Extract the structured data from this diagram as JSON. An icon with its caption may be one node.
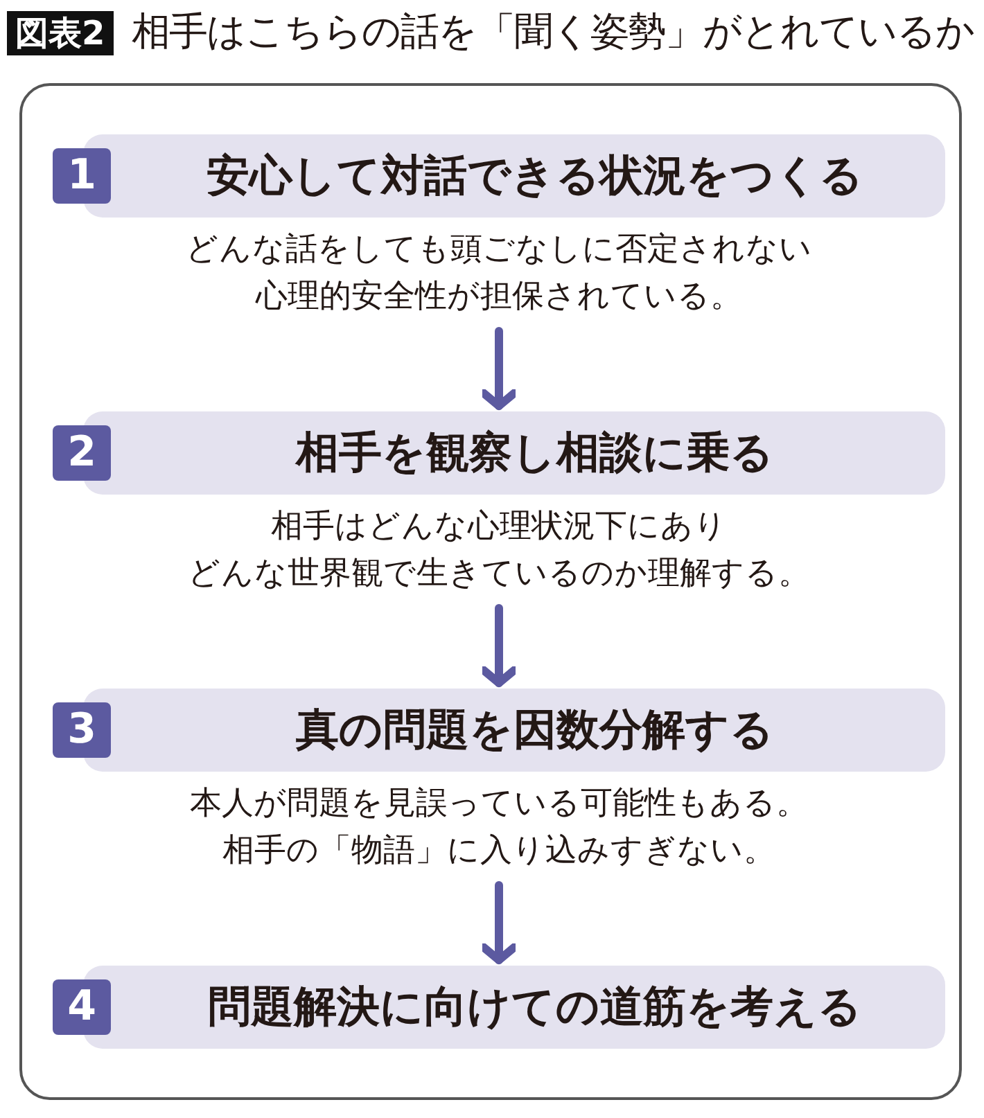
{
  "diagram": {
    "title": "相手はこちらの話を「聞く姿勢」がとれているか",
    "nodes": [
      {
        "text": [],
        "shape": "box"
      },
      {
        "text": [
          "1",
          "安心して対話できる状況をつくる"
        ],
        "in": 0,
        "beside": [
          "どんな話をしても頭ごなしに否定されない心理的安全性が担保されている。"
        ]
      },
      {
        "text": [
          "2",
          "相手を観察し相談に乗る"
        ],
        "in": 0,
        "beside": [
          "相手はどんな心理状況下にありどんな世界観で生きているのか理解する。"
        ]
      },
      {
        "text": [
          "3",
          "真の問題を因数分解する"
        ],
        "in": 0,
        "beside": [
          "本人が問題を見誤っている可能性もある。相手の「物語」に入り込みすぎない。"
        ]
      },
      {
        "text": [
          "4",
          "問題解決に向けての道筋を考える"
        ],
        "in": 0
      }
    ],
    "edges": [
      {
        "from": 1,
        "to": 2,
        "arrow": "to"
      },
      {
        "from": 2,
        "to": 3,
        "arrow": "to"
      },
      {
        "from": 3,
        "to": 4,
        "arrow": "to"
      }
    ],
    "labels": [
      "図表2"
    ]
  }
}
